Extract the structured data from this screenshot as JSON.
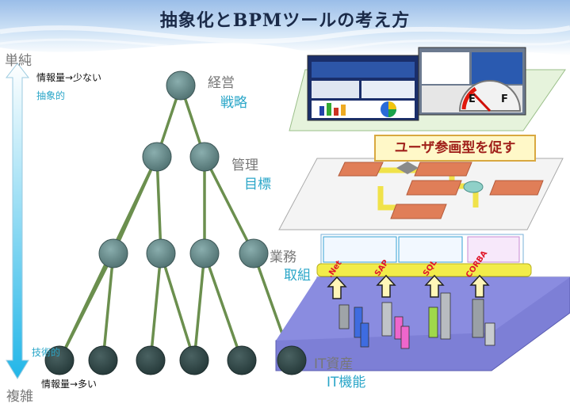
{
  "title": "抽象化とBPMツールの考え方",
  "axis": {
    "top_label": "単純",
    "top_note": "情報量→少ない",
    "top_note2": "抽象的",
    "bottom_label": "複雑",
    "bottom_note": "情報量→多い",
    "bottom_note2": "技術的"
  },
  "levels": [
    {
      "label": "経営",
      "sub": "戦略"
    },
    {
      "label": "管理",
      "sub": "目標"
    },
    {
      "label": "業務",
      "sub": "取組"
    },
    {
      "label": "IT資産",
      "sub": "IT機能"
    }
  ],
  "callout": "ユーザ参画型を促す",
  "systems": [
    ".Net",
    "SAP",
    "SQL",
    "CORBA"
  ],
  "dashboard_gauge": {
    "e_label": "E",
    "f_label": "F"
  },
  "colors": {
    "node_top": "#5a7a7a",
    "node_mid": "#6f9393",
    "node_bottom": "#2f4747",
    "edge": "#6b8f4e",
    "accent_teal": "#2aa6c8",
    "platform_purple": "#7d7fd6",
    "process_box": "#e07e58",
    "flow_yellow": "#f0e24a"
  }
}
